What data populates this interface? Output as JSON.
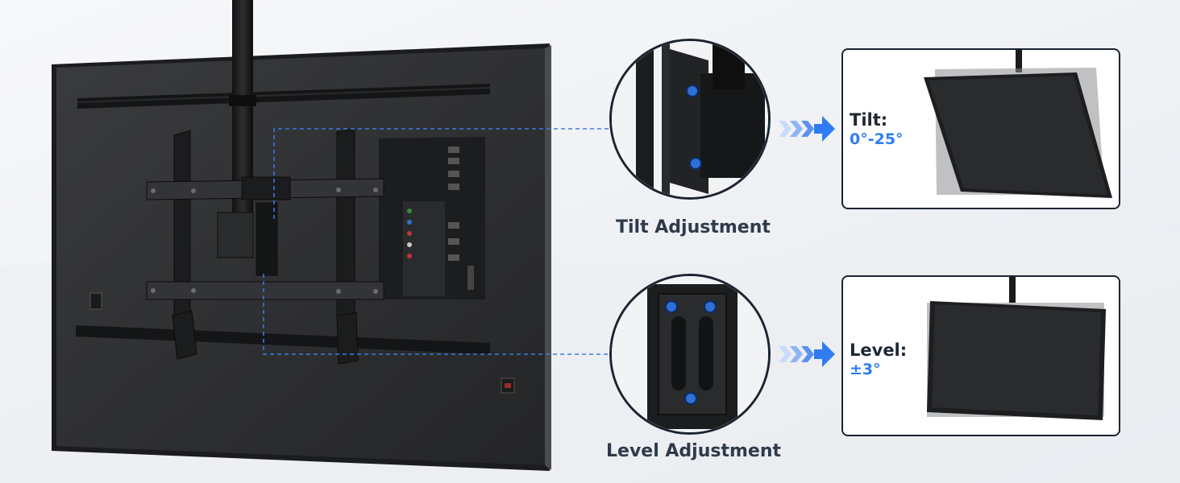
{
  "features": {
    "tilt": {
      "caption": "Tilt Adjustment",
      "label": "Tilt:",
      "value": "0°-25°"
    },
    "level": {
      "caption": "Level Adjustment",
      "label": "Level:",
      "value": "±3°"
    }
  },
  "icons": {
    "arrow": "triple-chevron-arrow",
    "screws": "blue-screw"
  },
  "colors": {
    "accent": "#2f7cf2",
    "tv_body": "#2b2c2e",
    "bracket": "#1a1b1d",
    "caption_text": "#2f3a4a"
  }
}
